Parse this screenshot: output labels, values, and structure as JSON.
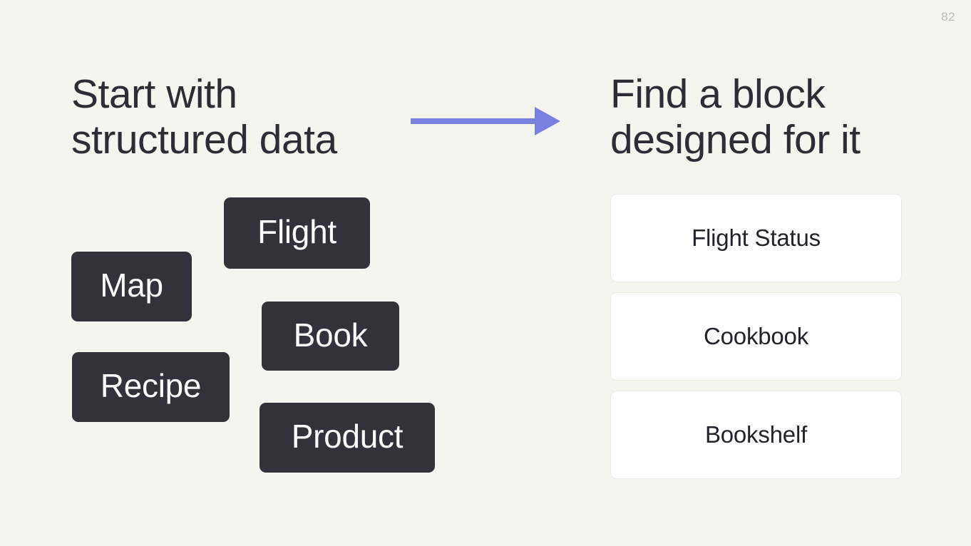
{
  "slide": {
    "page_number": "82",
    "background_color": "#f4f5ef",
    "accent_color": "#7b80e0",
    "chip_color": "#33323b",
    "text_color": "#2e2d36"
  },
  "left": {
    "heading": "Start with\nstructured data",
    "chips": [
      {
        "label": "Flight"
      },
      {
        "label": "Map"
      },
      {
        "label": "Book"
      },
      {
        "label": "Recipe"
      },
      {
        "label": "Product"
      }
    ]
  },
  "arrow": {
    "icon": "arrow-right-icon",
    "color": "#7b80e0"
  },
  "right": {
    "heading": "Find a block\ndesigned for it",
    "cards": [
      {
        "label": "Flight Status"
      },
      {
        "label": "Cookbook"
      },
      {
        "label": "Bookshelf"
      }
    ]
  }
}
